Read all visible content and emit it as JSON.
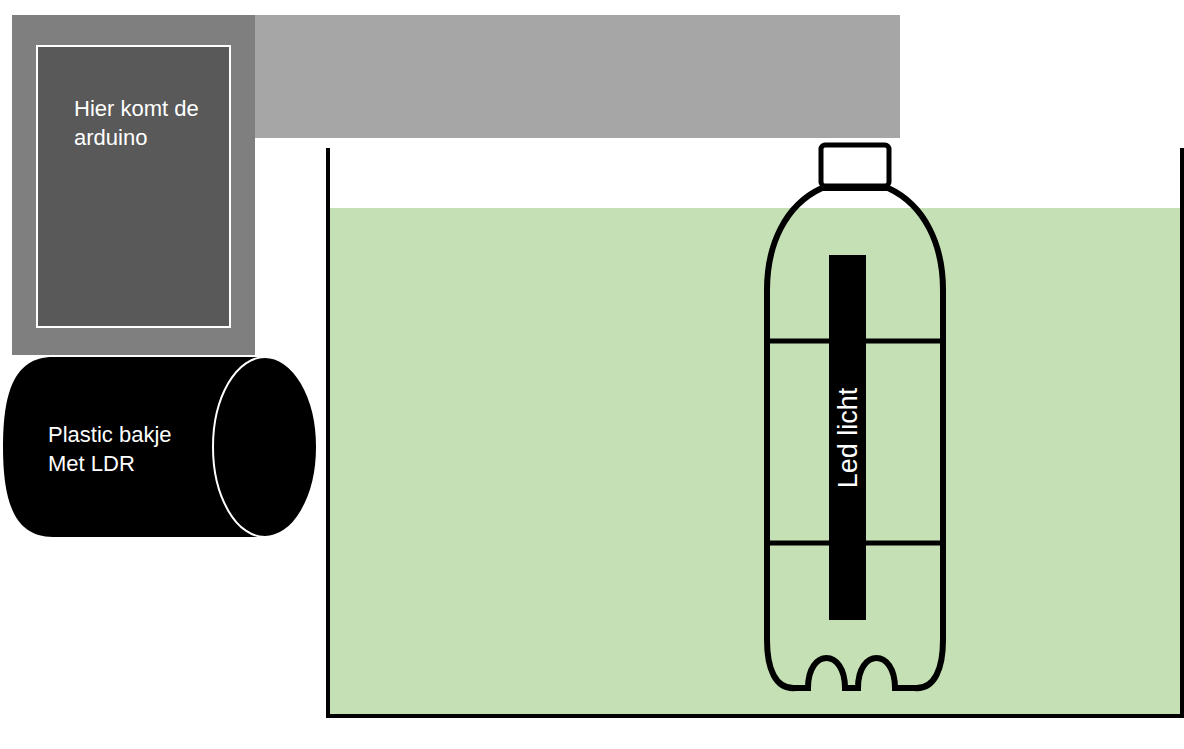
{
  "diagram": {
    "nodes": [
      {
        "text": [
          "Hier komt de arduino"
        ]
      },
      {
        "text": [
          "Plastic bakje Met LDR"
        ]
      },
      {
        "text": [
          "Led licht"
        ]
      }
    ]
  }
}
